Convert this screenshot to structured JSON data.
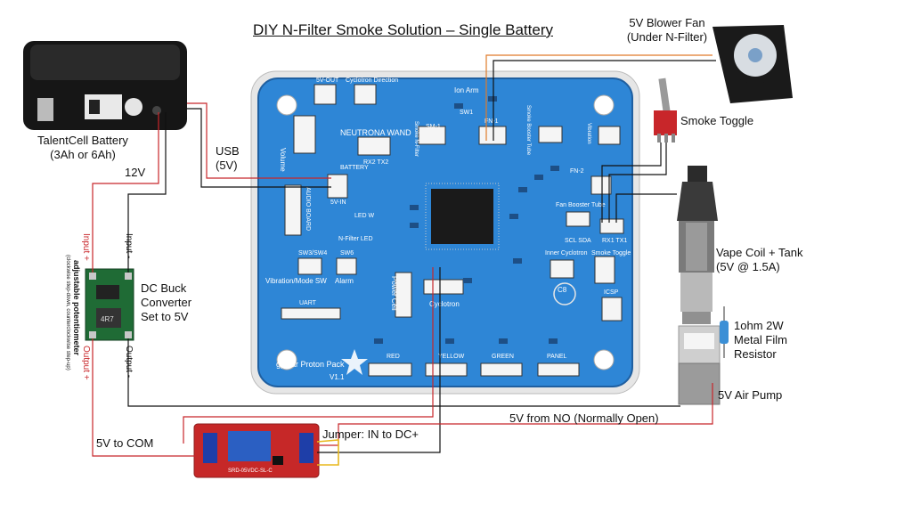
{
  "title": "DIY N-Filter Smoke Solution – Single Battery",
  "battery": {
    "line1": "TalentCell Battery",
    "line2": "(3Ah or 6Ah)"
  },
  "usb": {
    "line1": "USB",
    "line2": "(5V)"
  },
  "v12": "12V",
  "buck": {
    "line1": "DC Buck",
    "line2": "Converter",
    "line3": "Set to 5V",
    "input_neg": "Input -",
    "input_pos": "Input +",
    "output_neg": "Output -",
    "output_pos": "Output +",
    "pot_line1": "adjustable potentiometer",
    "pot_line2": "(clockwise step-down, counterclockwise step-up)"
  },
  "fan": {
    "line1": "5V Blower Fan",
    "line2": "(Under N-Filter)"
  },
  "toggle": "Smoke Toggle",
  "vape": {
    "line1": "Vape Coil + Tank",
    "line2": "(5V @ 1.5A)"
  },
  "resistor": {
    "line1": "1ohm 2W",
    "line2": "Metal Film",
    "line3": "Resistor"
  },
  "pump": "5V Air Pump",
  "nolabel": "5V from NO (Normally Open)",
  "com": "5V to COM",
  "jumper": "Jumper: IN to DC+",
  "board": {
    "name": "gpstar Proton Pack",
    "version": "V1.1",
    "labels": {
      "v5out": "5V-OUT",
      "cyclotron_direction": "Cyclotron Direction",
      "ion_arm": "Ion Arm",
      "volume": "Volume",
      "neutrona_wand": "NEUTRONA WAND",
      "rx2tx2": "RX2  TX2",
      "battery": "BATTERY",
      "v5in": "5V-IN",
      "audio_board": "AUDIO BOARD",
      "nfilter_led": "N-Filter LED",
      "led_w": "LED W",
      "sw3sw4": "SW3/SW4",
      "sw6": "SW6",
      "vibration_mode_sw": "Vibration/Mode SW",
      "alarm": "Alarm",
      "power_cell": "Power Cell",
      "cyclotron": "Cyclotron",
      "uart": "UART",
      "inner_cyclotron": "Inner Cyclotron",
      "scl_sda": "SCL  SDA",
      "rx1tx1": "RX1 TX1",
      "smoke_toggle_board": "Smoke Toggle",
      "fan_booster_tube": "Fan Booster Tube",
      "icsp": "ICSP",
      "red": "RED",
      "yellow": "YELLOW",
      "green": "GREEN",
      "panel": "PANEL",
      "c8": "C8",
      "sm1": "SM-1",
      "fn1": "FN-1",
      "fn2": "FN-2",
      "smoke_nfilter": "Smoke N-Filter",
      "smoke_booster_tube": "Smoke Booster Tube",
      "vibration": "Vibration",
      "sw1": "SW1"
    }
  },
  "relay_text": "SRD-05VDC-SL-C",
  "buck_chip": "4R7",
  "colors": {
    "board": "#2e86d6",
    "board_edge": "#1f5fa0",
    "wire_red": "#c8262a",
    "wire_black": "#111111",
    "wire_orange": "#e07b2a",
    "wire_yellow": "#e8b81f",
    "relay": "#c62828",
    "buck": "#1f6b35"
  }
}
